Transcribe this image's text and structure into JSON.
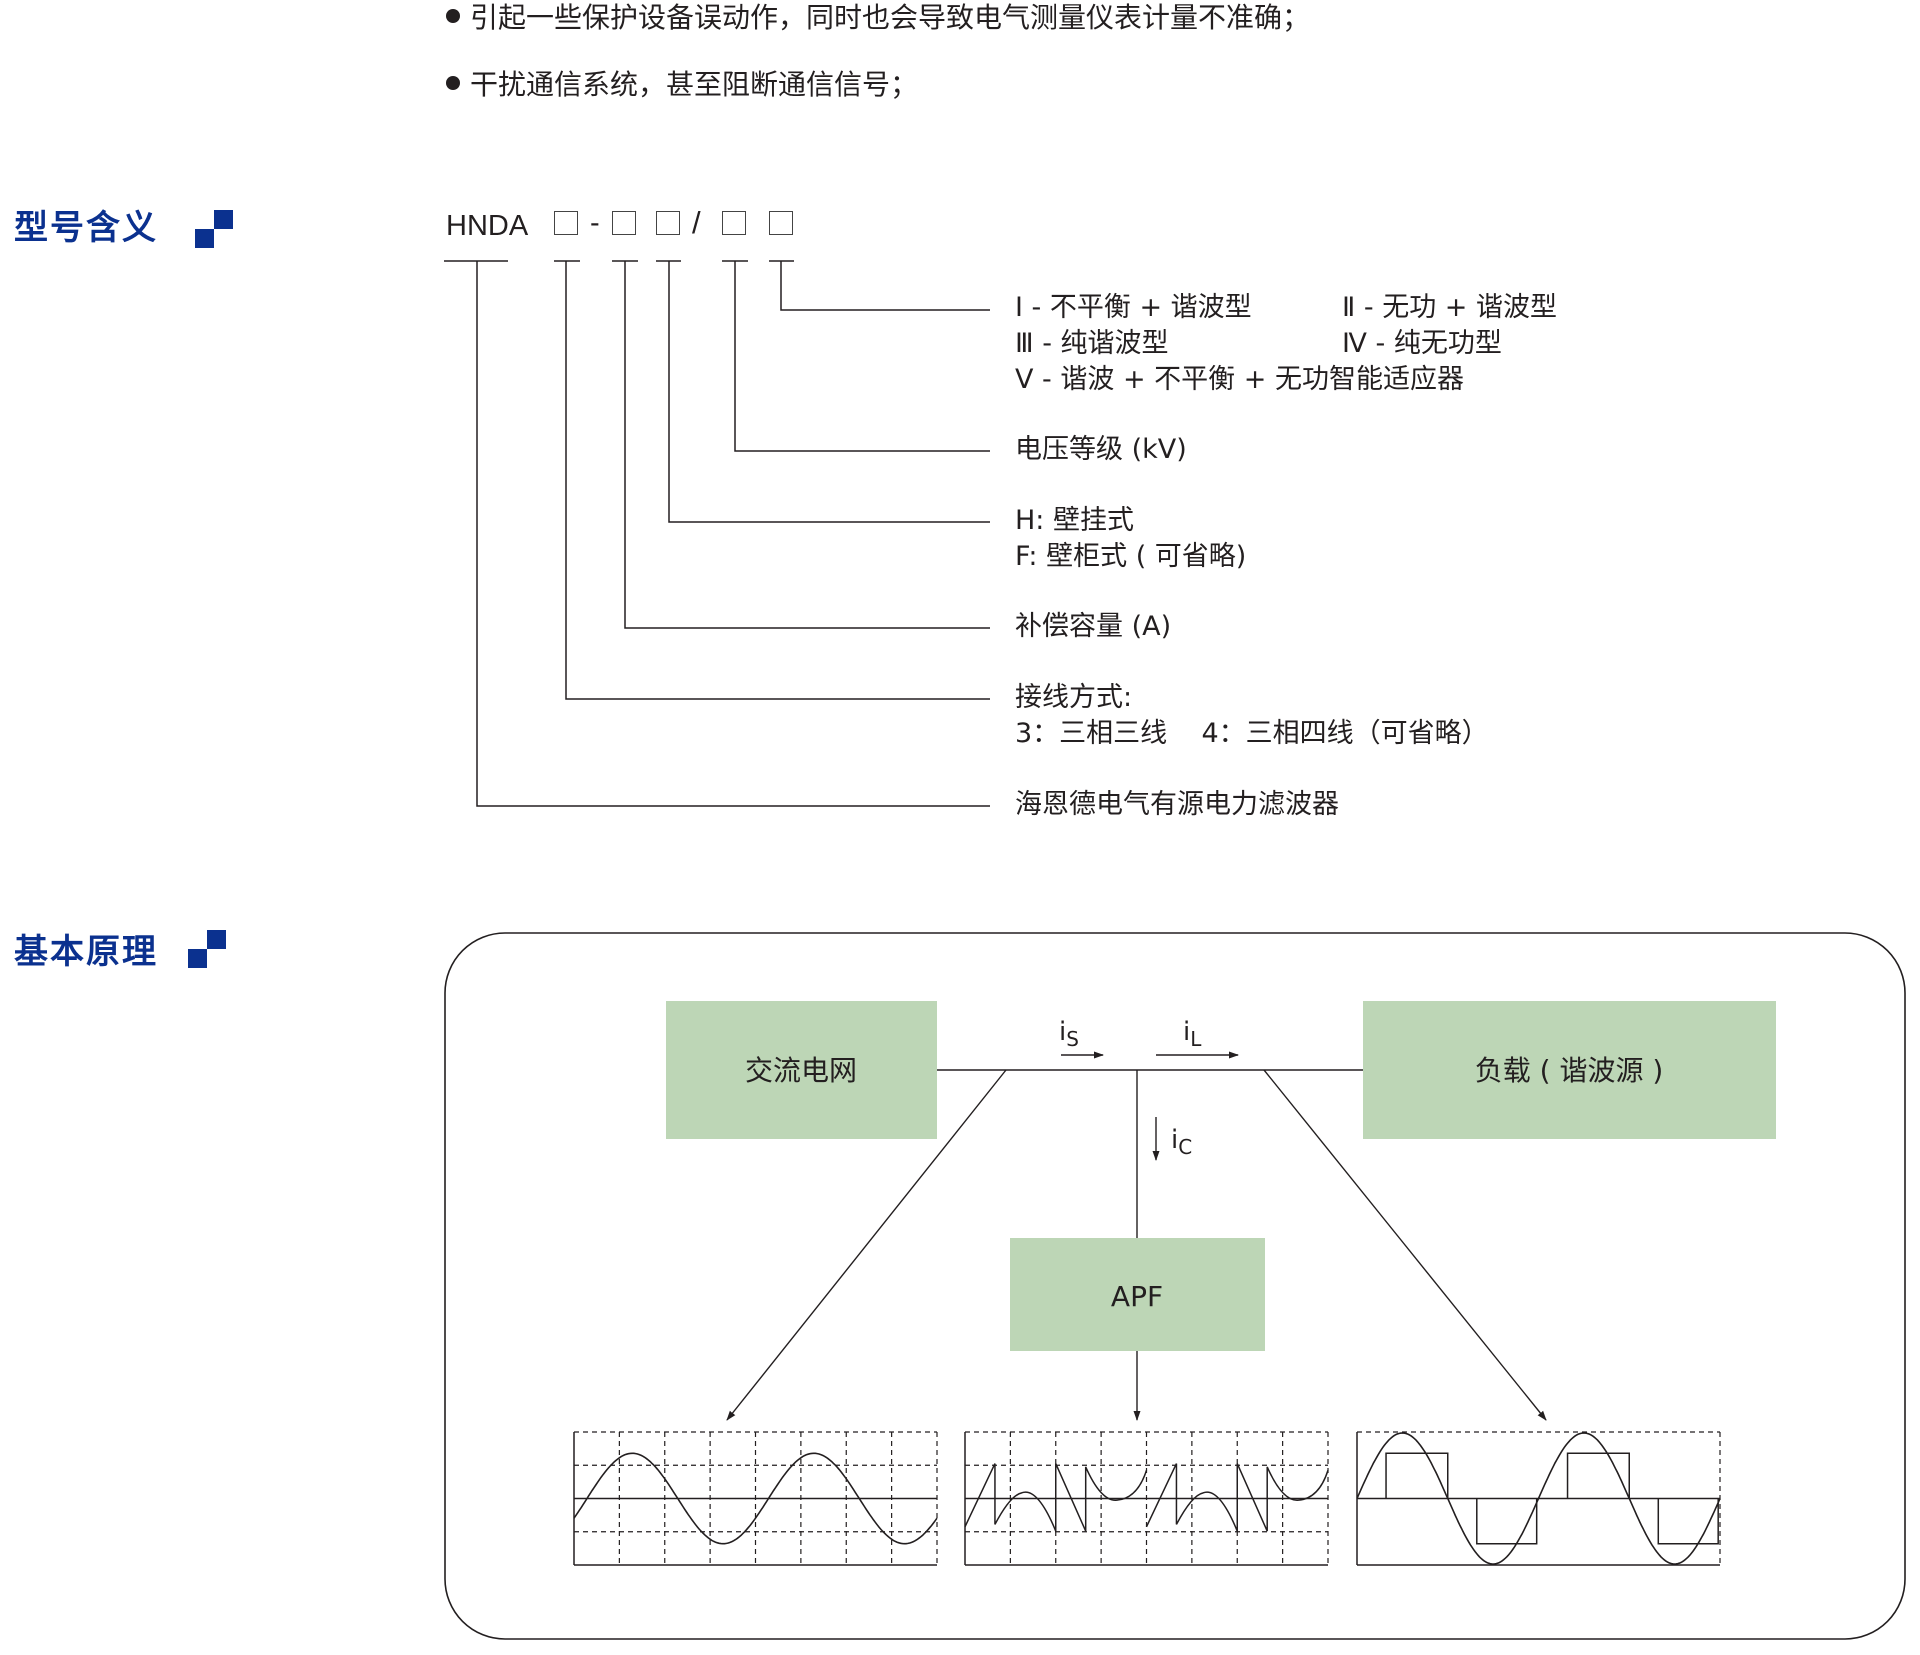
{
  "bullets": [
    "引起一些保护设备误动作，同时也会导致电气测量仪表计量不准确；",
    "干扰通信系统，甚至阻断通信信号；"
  ],
  "sections": {
    "model_meaning": {
      "title": "型号含义"
    },
    "principle": {
      "title": "基本原理"
    }
  },
  "colors": {
    "accent": "#0b318f",
    "block_fill": "#bdd6b6",
    "line": "#231f20"
  },
  "model_code": {
    "prefix": "HNDA",
    "sep_dash": "-",
    "sep_slash": "/",
    "legend": {
      "type": {
        "items": [
          "Ⅰ - 不平衡 + 谐波型",
          "Ⅱ - 无功 + 谐波型",
          "Ⅲ - 纯谐波型",
          "Ⅳ - 纯无功型",
          "Ⅴ - 谐波 + 不平衡 + 无功智能适应器"
        ]
      },
      "voltage": "电压等级 (kV)",
      "mounting": [
        "H: 壁挂式",
        "F: 壁柜式 ( 可省略)"
      ],
      "capacity": "补偿容量 (A)",
      "wiring": [
        "接线方式:",
        "3：三相三线    4：三相四线（可省略）"
      ],
      "product": "海恩德电气有源电力滤波器"
    }
  },
  "diagram": {
    "blocks": {
      "grid": "交流电网",
      "load": "负载 ( 谐波源 )",
      "apf": "APF"
    },
    "currents": {
      "source": {
        "main": "i",
        "sub": "S"
      },
      "load": {
        "main": "i",
        "sub": "L"
      },
      "compensation": {
        "main": "i",
        "sub": "C"
      }
    },
    "waveforms": [
      {
        "name": "source-current",
        "shape": "sine",
        "cycles": 2
      },
      {
        "name": "compensation-current",
        "shape": "harmonic-compensation",
        "cycles": 2
      },
      {
        "name": "load-current",
        "shape": "sine-with-square",
        "cycles": 2
      }
    ]
  }
}
